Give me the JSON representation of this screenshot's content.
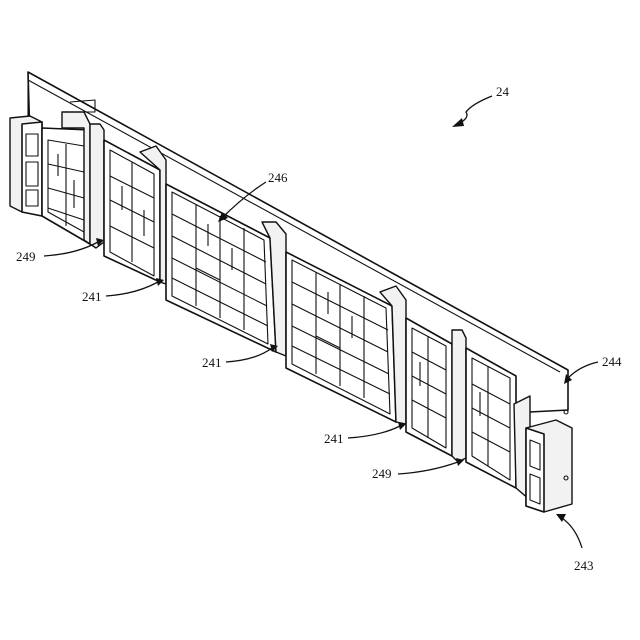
{
  "figure": {
    "reference_labels": [
      {
        "key": "24",
        "text": "24"
      },
      {
        "key": "246",
        "text": "246"
      },
      {
        "key": "249a",
        "text": "249"
      },
      {
        "key": "241a",
        "text": "241"
      },
      {
        "key": "241b",
        "text": "241"
      },
      {
        "key": "241c",
        "text": "241"
      },
      {
        "key": "249b",
        "text": "249"
      },
      {
        "key": "244",
        "text": "244"
      },
      {
        "key": "243",
        "text": "243"
      }
    ]
  }
}
